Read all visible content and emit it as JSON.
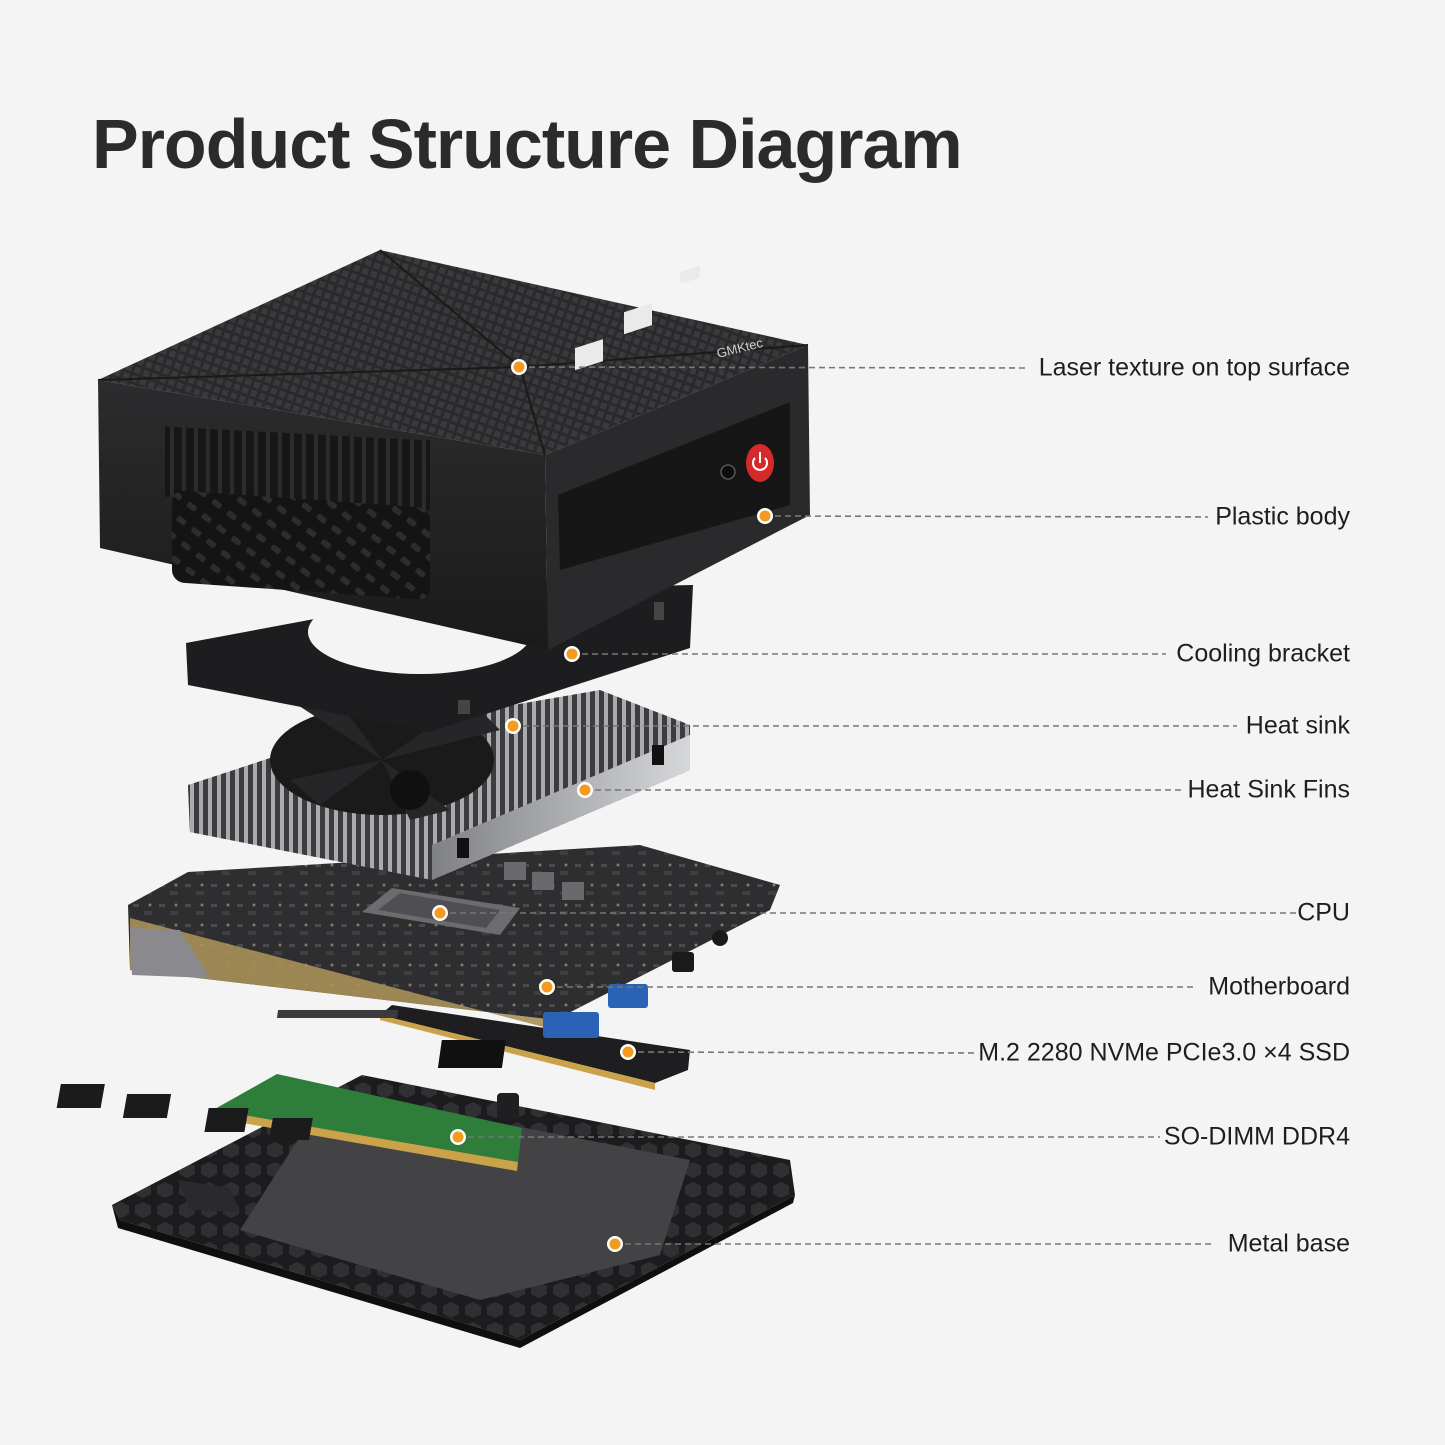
{
  "title": "Product Structure Diagram",
  "brand_text": "GMKtec",
  "colors": {
    "background": "#f4f4f4",
    "title": "#2b2b2b",
    "callout_dot": "#f39a1f",
    "leader_line": "#777777",
    "power_button": "#d42a2a"
  },
  "components": [
    {
      "id": "top",
      "label": "Laser texture on top surface"
    },
    {
      "id": "body",
      "label": "Plastic body"
    },
    {
      "id": "bracket",
      "label": "Cooling bracket"
    },
    {
      "id": "heatsink",
      "label": "Heat sink"
    },
    {
      "id": "fins",
      "label": "Heat Sink Fins"
    },
    {
      "id": "cpu",
      "label": "CPU"
    },
    {
      "id": "motherboard",
      "label": "Motherboard"
    },
    {
      "id": "ssd",
      "label": "M.2 2280 NVMe PCIe3.0 ×4 SSD"
    },
    {
      "id": "ram",
      "label": "SO-DIMM DDR4"
    },
    {
      "id": "base",
      "label": "Metal base"
    }
  ]
}
